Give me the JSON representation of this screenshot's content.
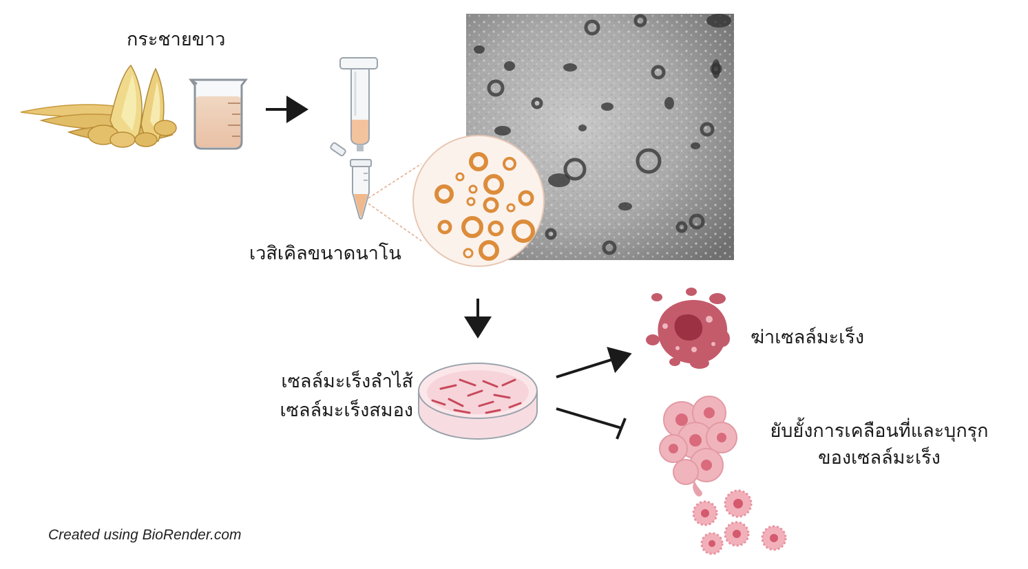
{
  "labels": {
    "ginger": "กระชายขาว",
    "nanovesicles": "เวสิเคิลขนาดนาโน",
    "cancer_cells_line1": "เซลล์มะเร็งลำไส้",
    "cancer_cells_line2": "เซลล์มะเร็งสมอง",
    "kill": "ฆ่าเซลล์มะเร็ง",
    "inhibit_line1": "ยับยั้งการเคลือนที่และบุกรุก",
    "inhibit_line2": "ของเซลล์มะเร็ง"
  },
  "credit": "Created using BioRender.com",
  "colors": {
    "ginger": "#e6c36a",
    "liquid": "#f3c9a6",
    "vesicle_orange": "#d9893a",
    "cancer_red": "#c4586a",
    "cancer_pink": "#e8a0a8",
    "arrow": "#1a1a1a",
    "micrograph": "#8a8a8a"
  },
  "icons": [
    "ginger-root-icon",
    "beaker-icon",
    "filter-column-icon",
    "microtube-icon",
    "vesicle-zoom-icon",
    "tem-micrograph",
    "petri-dish-icon",
    "dying-cell-icon",
    "cell-cluster-icon",
    "migrating-cell-icon"
  ]
}
